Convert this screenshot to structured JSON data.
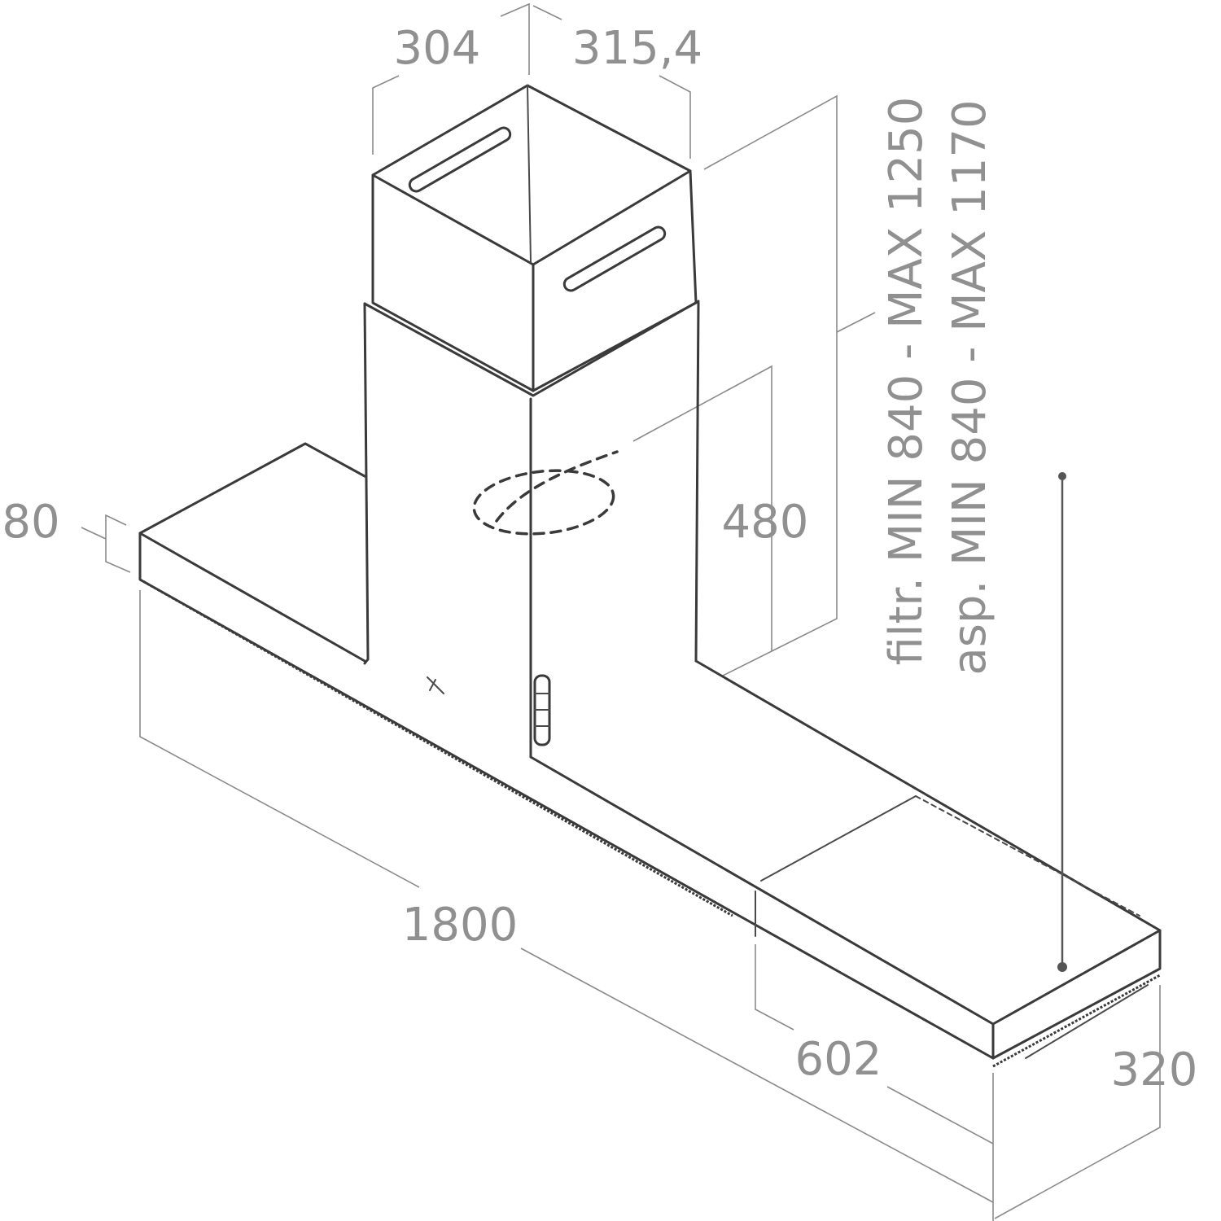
{
  "dimensions": {
    "chimney_width_left": "304",
    "chimney_width_right": "315,4",
    "hood_thickness": "80",
    "chimney_height": "480",
    "filter_height_range": "filtr. MIN 840 - MAX 1250",
    "extraction_height_range": "asp. MIN 840 - MAX 1170",
    "hood_length": "1800",
    "hood_depth_segment": "602",
    "hood_depth": "320"
  },
  "colors": {
    "line": "#3a3a3a",
    "dimension": "#909090"
  }
}
